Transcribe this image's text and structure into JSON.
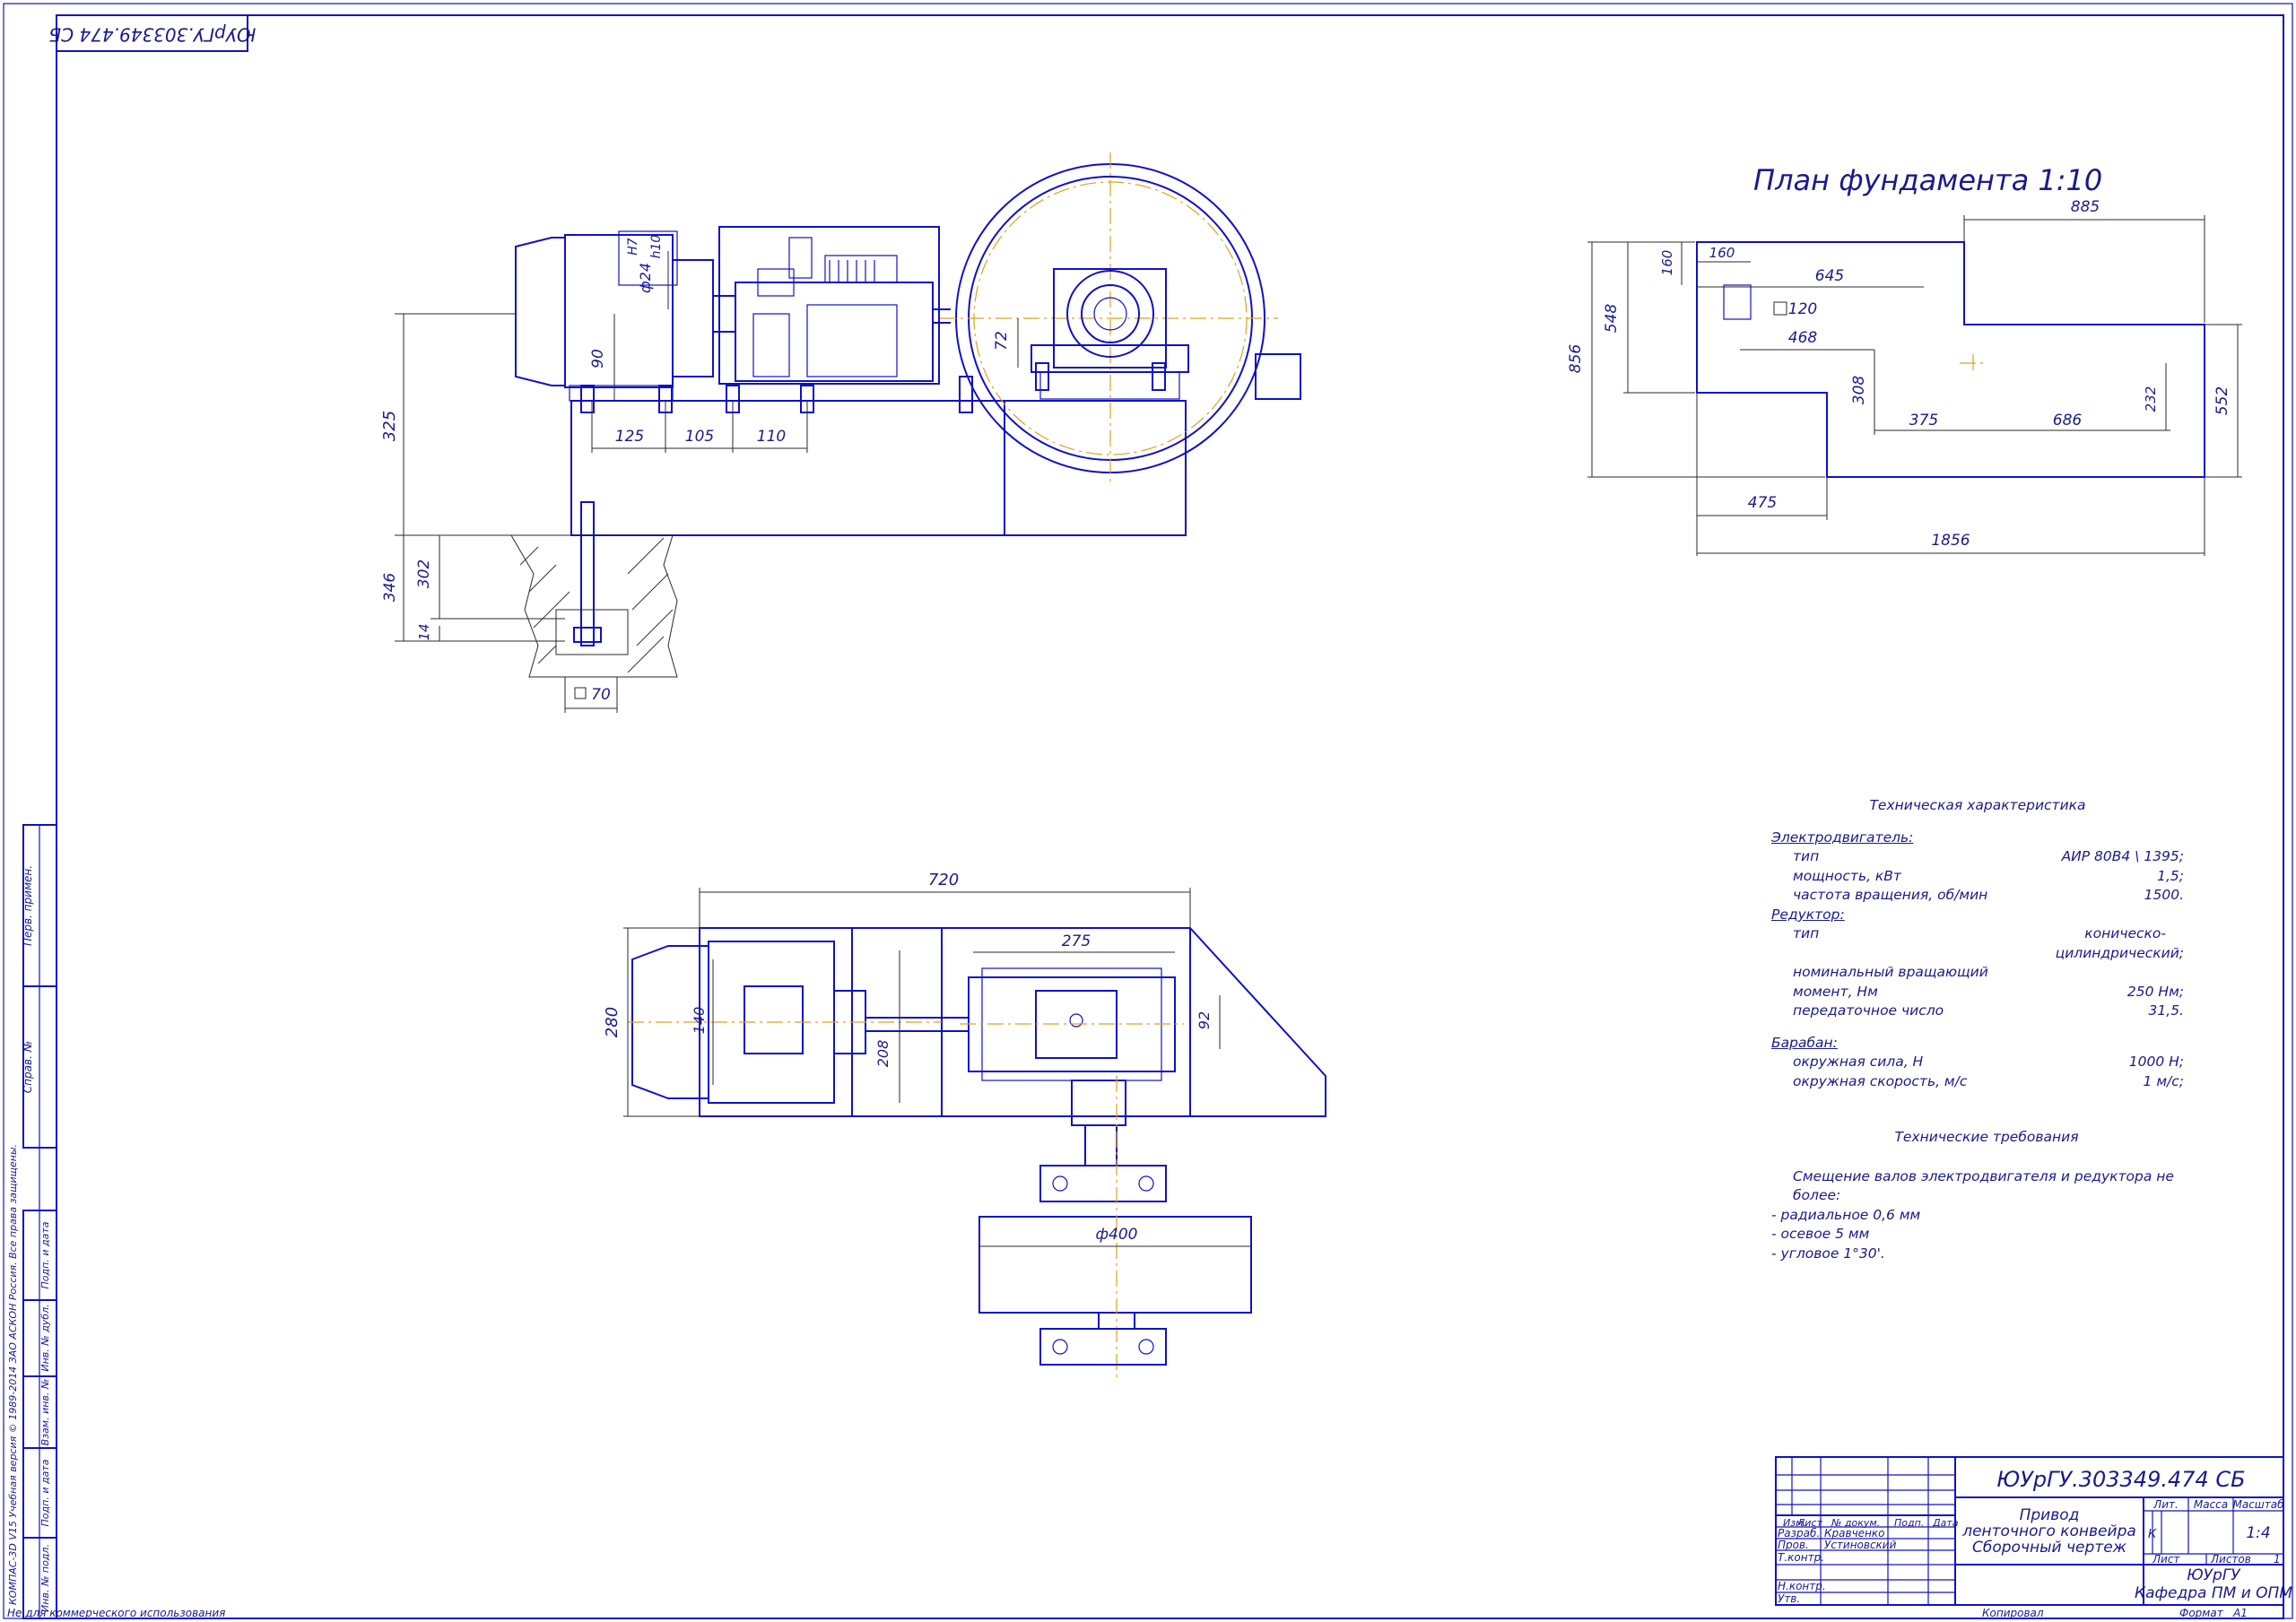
{
  "drawing": {
    "code": "ЮУрГУ.303349.474 СБ",
    "code_rotated": "ЮУрГУ.303349.474 СБ",
    "title_lines": [
      "Привод",
      "ленточного конвейра",
      "Сборочный чертеж"
    ],
    "university": "ЮУрГУ",
    "department": "Кафедра ПМ и ОПМ",
    "scale": "1:4",
    "litera": "К",
    "sheet_label": "Лист",
    "sheets_label": "Листов",
    "sheets_count": "1",
    "copied_label": "Копировал",
    "format_label": "Формат",
    "format_value": "А1",
    "footer_note": "Не для коммерческого использования",
    "software_note": "КОМПАС-3D V15 Учебная версия © 1989-2014 ЗАО АСКОН Россия. Все права защищены."
  },
  "title_block": {
    "column_headers": [
      "Изм.",
      "Лист",
      "№ докум.",
      "Подп.",
      "Дата"
    ],
    "header_lit": "Лит.",
    "header_mass": "Масса",
    "header_scale": "Масштаб",
    "roles": [
      {
        "role": "Разраб.",
        "name": "Кравченко"
      },
      {
        "role": "Пров.",
        "name": "Устиновский"
      },
      {
        "role": "Т.контр.",
        "name": ""
      },
      {
        "role": "Н.контр.",
        "name": ""
      },
      {
        "role": "Утв.",
        "name": ""
      }
    ]
  },
  "side_stamps": [
    "Перв. примен.",
    "Справ. №",
    "Подп. и дата",
    "Инв. № дубл.",
    "Взам. инв. №",
    "Подп. и дата",
    "Инв. № подл."
  ],
  "foundation_plan": {
    "title": "План фундамента 1:10",
    "dims": [
      "885",
      "160",
      "160",
      "645",
      "120",
      "548",
      "856",
      "468",
      "308",
      "375",
      "686",
      "232",
      "552",
      "475",
      "1856"
    ]
  },
  "front_view": {
    "dims": [
      "325",
      "90",
      "72",
      "125",
      "105",
      "110",
      "346",
      "302",
      "14",
      "70"
    ],
    "fit_label": "ф24",
    "fit_upper": "H7",
    "fit_lower": "h10"
  },
  "top_view": {
    "dims": [
      "720",
      "280",
      "140",
      "275",
      "208",
      "92",
      "ф400"
    ]
  },
  "tech_spec": {
    "title": "Техническая характеристика",
    "motor_heading": "Электродвигатель:",
    "motor": [
      {
        "label": "тип",
        "value": "АИР 80В4 \\ 1395;"
      },
      {
        "label": "мощность, кВт",
        "value": "1,5;"
      },
      {
        "label": "частота вращения, об/мин",
        "value": "1500."
      }
    ],
    "reducer_heading": "Редуктор:",
    "reducer_type_label": "тип",
    "reducer_type_value": [
      "коническо-",
      "цилиндрический;"
    ],
    "reducer": [
      {
        "label": "номинальный вращающий",
        "value": ""
      },
      {
        "label": "момент, Нм",
        "value": "250 Нм;"
      },
      {
        "label": "передаточное число",
        "value": "31,5."
      }
    ],
    "drum_heading": "Барабан:",
    "drum": [
      {
        "label": "окружная сила, Н",
        "value": "1000 Н;"
      },
      {
        "label": "окружная скорость, м/с",
        "value": "1 м/с;"
      }
    ]
  },
  "requirements": {
    "title": "Технические требования",
    "lines": [
      "Смещение валов электродвигателя и редуктора не более:",
      "- радиальное 0,6 мм",
      "- осевое 5 мм",
      "- угловое 1°30'."
    ]
  }
}
